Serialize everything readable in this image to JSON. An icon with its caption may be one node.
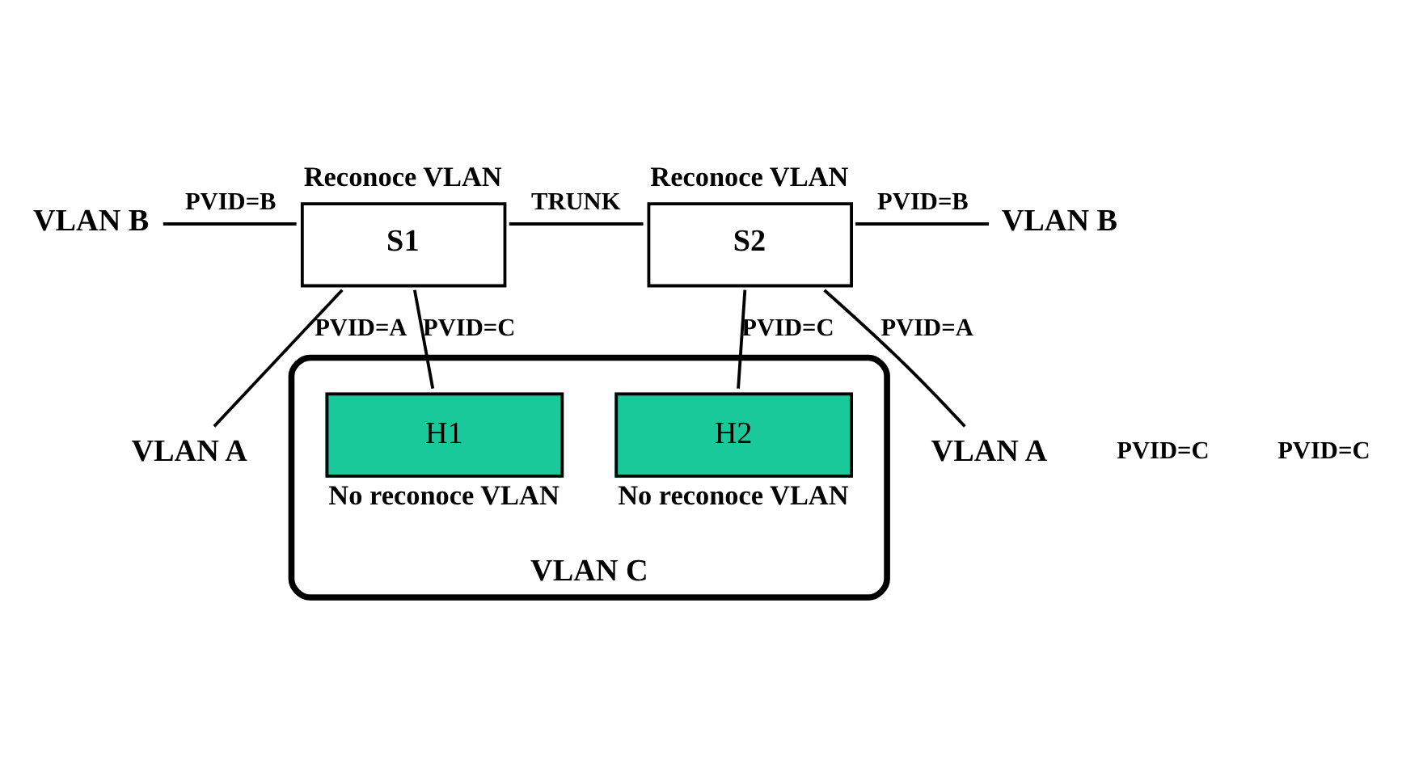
{
  "diagram": {
    "nodes": [
      {
        "text": [
          "VLAN C"
        ]
      },
      {
        "text": [
          "S1"
        ],
        "beside": [
          "Reconoce VLAN"
        ]
      },
      {
        "text": [
          "S2"
        ],
        "beside": [
          "Reconoce VLAN"
        ]
      },
      {
        "text": [
          "H1"
        ],
        "beside": [
          "No reconoce VLAN"
        ],
        "in": 0
      },
      {
        "text": [
          "H2"
        ],
        "beside": [
          "No reconoce VLAN"
        ],
        "in": 0
      },
      {
        "text": [
          "VLAN A"
        ]
      },
      {
        "text": [
          "VLAN B"
        ]
      },
      {
        "text": [
          "VLAN A"
        ]
      },
      {
        "text": [
          "VLAN B"
        ]
      }
    ],
    "edges": [
      {
        "from": 5,
        "to": 1,
        "arrow": "none",
        "label": "PVID=A"
      },
      {
        "from": 6,
        "to": 1,
        "arrow": "none",
        "label": "PVID=B"
      },
      {
        "from": 1,
        "to": 2,
        "arrow": "none",
        "label": "TRUNK"
      },
      {
        "from": 1,
        "to": 3,
        "arrow": "none",
        "label": "PVID=C"
      },
      {
        "from": 2,
        "to": 7,
        "arrow": "none",
        "label": "PVID=A"
      },
      {
        "from": 2,
        "to": 8,
        "arrow": "none",
        "label": "PVID=B"
      },
      {
        "from": 2,
        "to": 4,
        "arrow": "none",
        "label": "PVID=C"
      }
    ],
    "labels": [
      "PVID=C",
      "PVID=C"
    ]
  }
}
